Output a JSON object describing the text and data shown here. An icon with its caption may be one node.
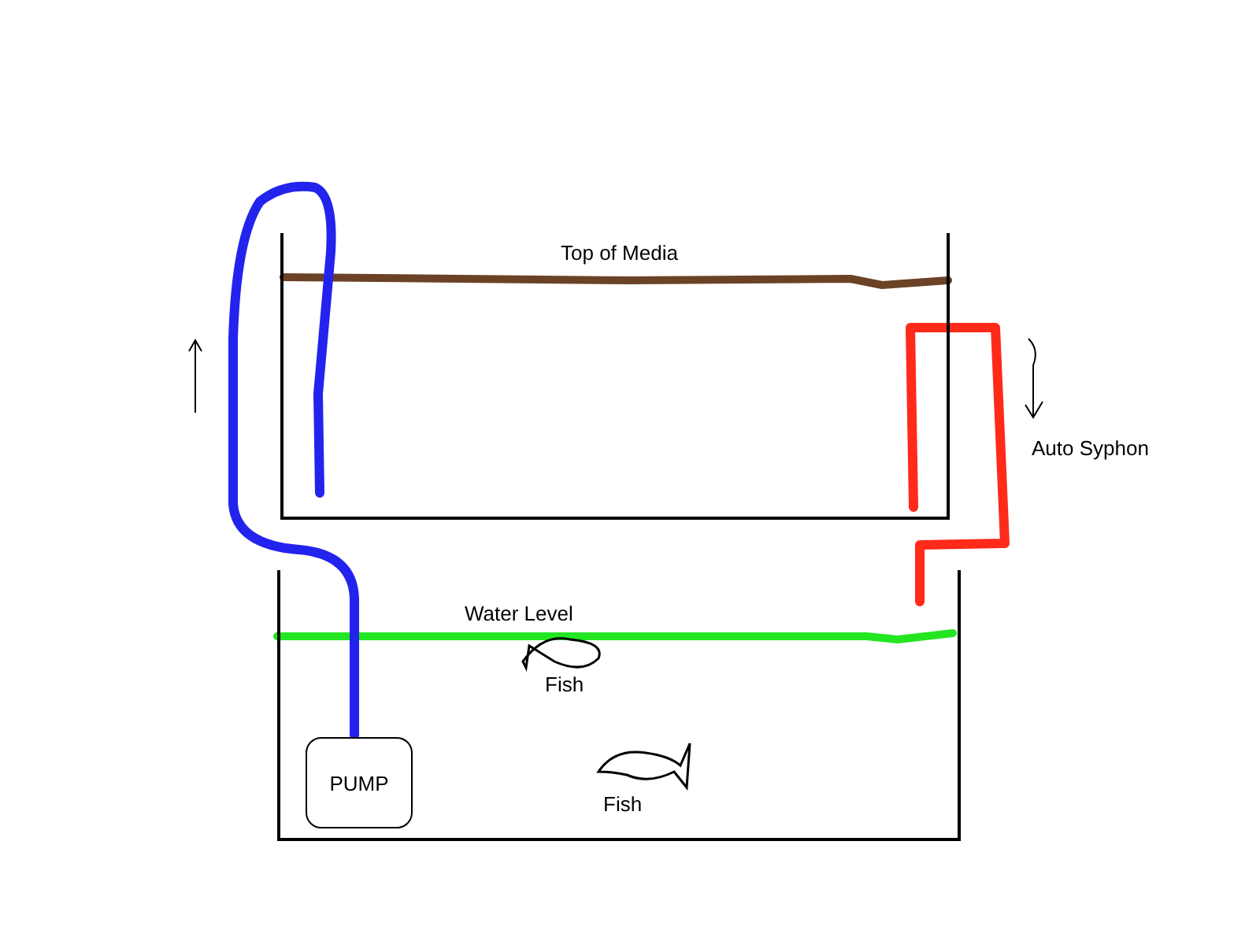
{
  "diagram": {
    "nodes": [
      {
        "text": [],
        "shape": "box"
      },
      {
        "text": [],
        "shape": "box"
      },
      {
        "text": [
          "PUMP"
        ],
        "in": 1
      }
    ],
    "edges": [
      {
        "from": 2,
        "to": 0,
        "arrow": "none",
        "color": "#2323ee"
      },
      {
        "from": 0,
        "to": 1,
        "arrow": "none",
        "color": "#ff2a1a"
      }
    ],
    "labels": [
      "Top of Media",
      "Auto Syphon",
      "Water Level",
      "Fish",
      "Fish"
    ]
  }
}
